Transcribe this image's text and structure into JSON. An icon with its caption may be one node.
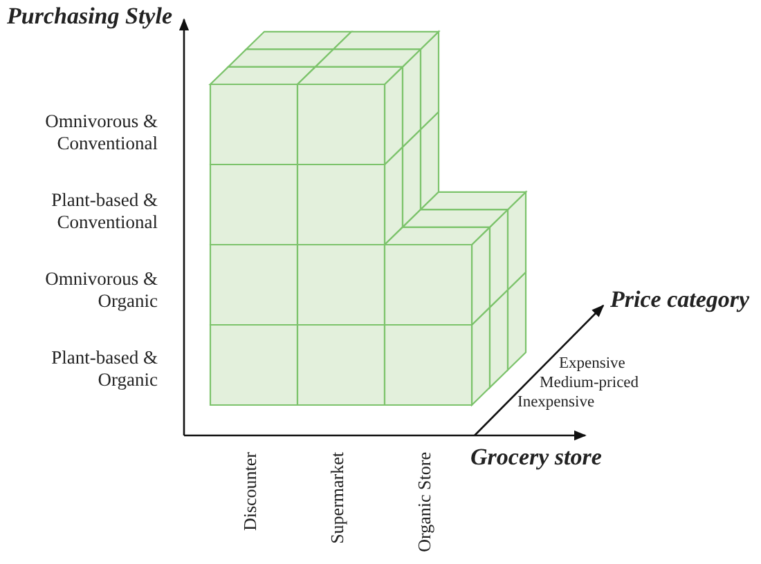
{
  "diagram": {
    "labels": [
      "Purchasing Style",
      "Omnivorous & Conventional",
      "Plant-based & Conventional",
      "Omnivorous & Organic",
      "Price category",
      "Plant-based & Organic",
      "Expensive",
      "Medium-priced",
      "Inexpensive",
      "Grocery store",
      "Discounter",
      "Supermarket",
      "Organic Store"
    ]
  }
}
